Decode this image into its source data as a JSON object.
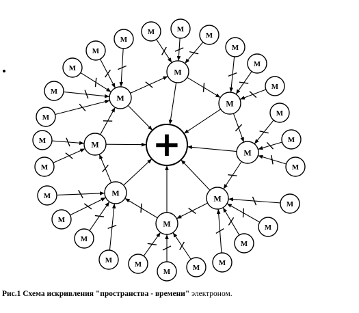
{
  "diagram": {
    "center_symbol": "+",
    "node_label": "M"
  },
  "caption": {
    "prefix": "Рис.1 Схема искривления \"пространства - времени\"",
    "suffix": " электроном."
  }
}
